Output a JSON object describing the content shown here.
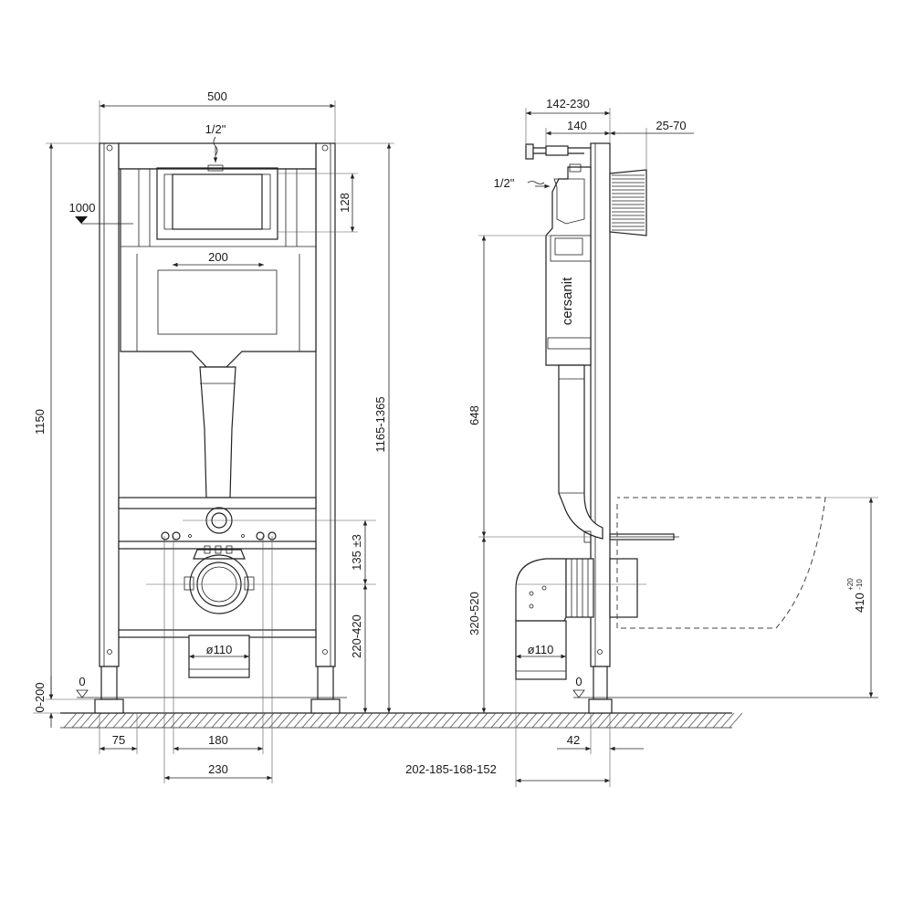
{
  "front_view": {
    "width_top": "500",
    "inlet_top": "1/2\"",
    "height_total": "1150",
    "height_adjust": "1165-1365",
    "level_1000": "1000",
    "panel_height": "128",
    "panel_width": "200",
    "bolt_spacing": "135 ±3",
    "outlet_height": "220-420",
    "outlet_dia": "ø110",
    "zero_mark": "0",
    "foot_adjust": "0-200",
    "foot_width": "75",
    "bolt_width": "180",
    "stud_width": "230"
  },
  "side_view": {
    "depth_range": "142-230",
    "depth": "140",
    "wall_range": "25-70",
    "inlet_side": "1/2\"",
    "brand": "cersanit",
    "height_648": "648",
    "height_320_520": "320-520",
    "outlet_dia": "ø110",
    "zero_mark": "0",
    "bowl_height": "410",
    "bowl_tol_plus": "+20",
    "bowl_tol_minus": "-10",
    "foot_offset": "42",
    "outlet_offsets": "202-185-168-152"
  }
}
